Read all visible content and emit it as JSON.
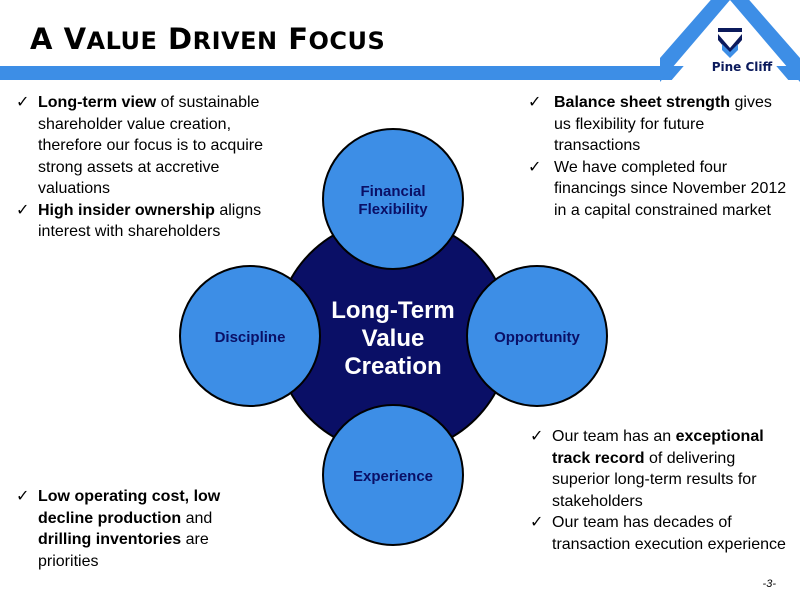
{
  "title": {
    "w1_first": "A",
    "w2_first": "V",
    "w2_rest": "ALUE",
    "w3_first": "D",
    "w3_rest": "RIVEN",
    "w4_first": "F",
    "w4_rest": "OCUS"
  },
  "logo": {
    "name": "Pine Cliff",
    "colors": [
      "#3d8ee6",
      "#ffffff",
      "#0b1a5c"
    ]
  },
  "diagram": {
    "center": {
      "line1": "Long-Term",
      "line2": "Value",
      "line3": "Creation"
    },
    "top": {
      "line1": "Financial",
      "line2": "Flexibility"
    },
    "left": "Discipline",
    "right": "Opportunity",
    "bottom": "Experience",
    "colors": {
      "center_fill": "#0a0f66",
      "satellite_fill": "#3d8ee6",
      "satellite_text": "#0a0f66"
    }
  },
  "top_left": {
    "b1": {
      "bold": "Long-term view",
      "rest": " of sustainable shareholder value creation, therefore our focus is to acquire strong assets at accretive valuations"
    },
    "b2": {
      "bold": "High insider ownership",
      "rest": " aligns interest with shareholders"
    }
  },
  "top_right": {
    "b1": {
      "bold": "Balance sheet strength",
      "rest": " gives us flexibility for future transactions"
    },
    "b2": {
      "text": "We have completed four financings since November 2012 in a capital constrained market"
    }
  },
  "bottom_left": {
    "b1": {
      "bold1": "Low operating cost, low decline production",
      "mid": " and ",
      "bold2": "drilling inventories",
      "rest": " are priorities"
    }
  },
  "bottom_right": {
    "b1": {
      "pre": "Our team has an ",
      "bold": "exceptional track record",
      "rest": " of delivering superior long-term results for stakeholders"
    },
    "b2": {
      "text": "Our team has decades of transaction execution experience"
    }
  },
  "check": "✓",
  "page_number": "-3-"
}
